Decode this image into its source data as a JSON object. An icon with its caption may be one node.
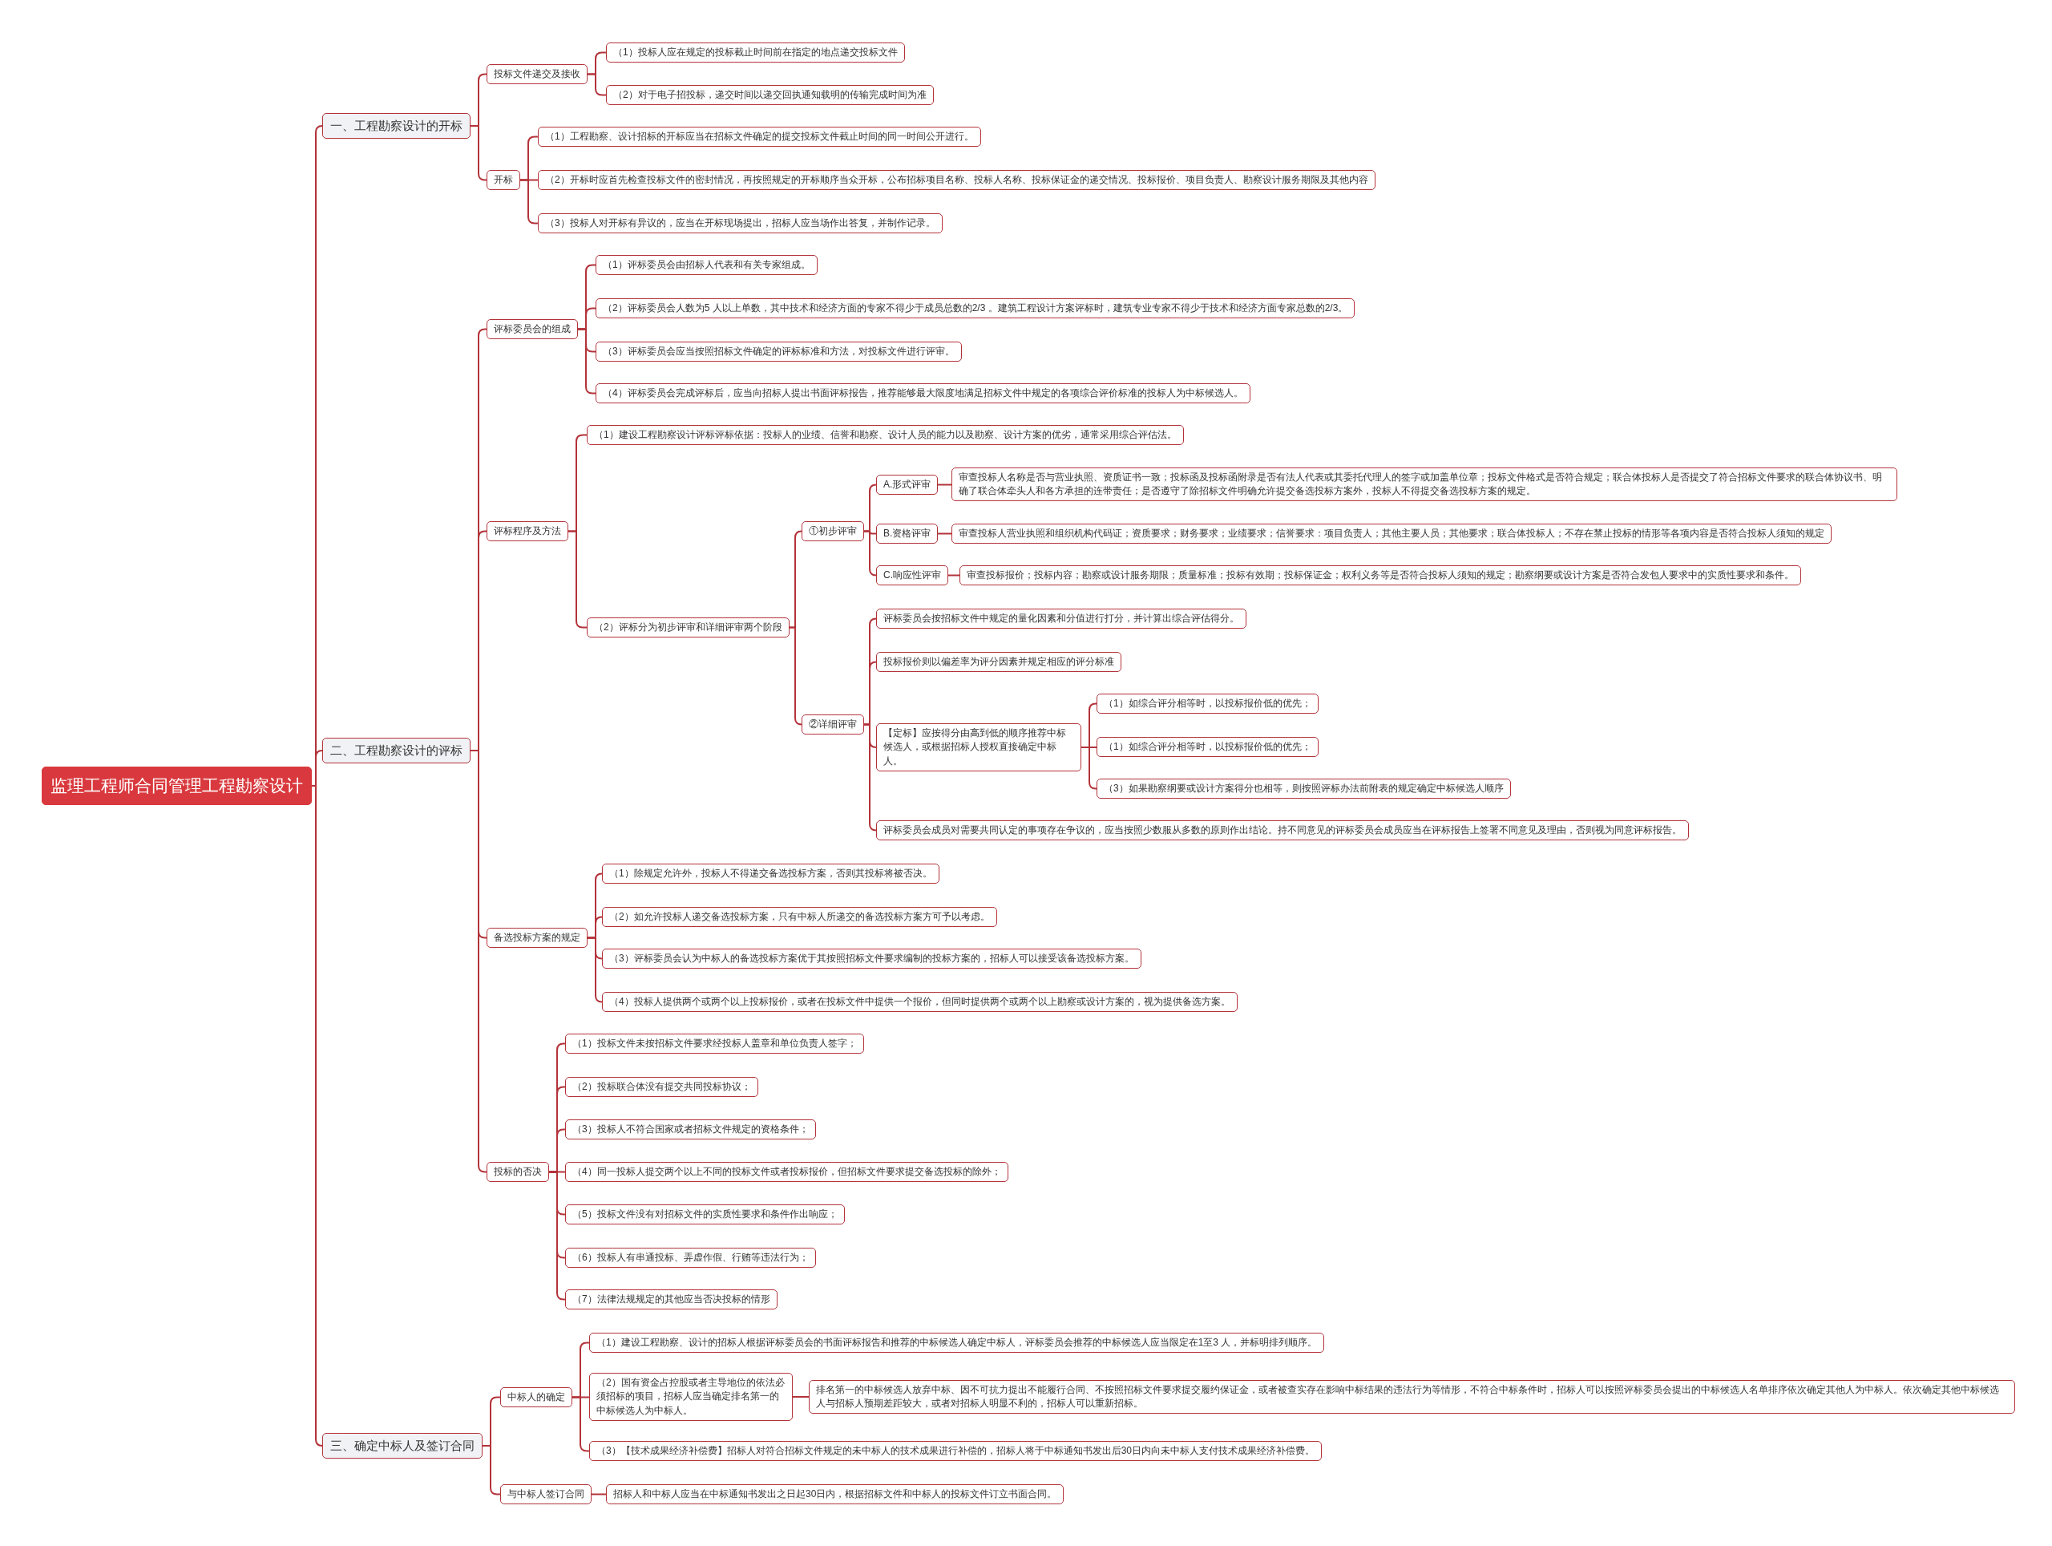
{
  "diagram": {
    "nodes": [
      {
        "text": [
          "监理工程师合同管理工程勘察设计"
        ]
      },
      {
        "text": [
          "一、工程勘察设计的开标"
        ]
      },
      {
        "text": [
          "投标文件递交及接收"
        ]
      },
      {
        "text": [
          "（1）投标人应在规定的投标截止时间前在指定的地点递交投标文件"
        ]
      },
      {
        "text": [
          "（2）对于电子招投标，递交时间以递交回执通知载明的传输完成时间为准"
        ]
      },
      {
        "text": [
          "开标"
        ]
      },
      {
        "text": [
          "（1）工程勘察、设计招标的开标应当在招标文件确定的提交投标文件截止时间的同一时间公开进行。"
        ]
      },
      {
        "text": [
          "（2）开标时应首先检查投标文件的密封情况，再按照规定的开标顺序当众开标，公布招标项目名称、投标人名称、投标保证金的递交情况、投标报价、项目负责人、勘察设计服务期限及其他内容"
        ]
      },
      {
        "text": [
          "（3）投标人对开标有异议的，应当在开标现场提出，招标人应当场作出答复，并制作记录。"
        ]
      },
      {
        "text": [
          "二、工程勘察设计的评标"
        ]
      },
      {
        "text": [
          "评标委员会的组成"
        ]
      },
      {
        "text": [
          "（1）评标委员会由招标人代表和有关专家组成。"
        ]
      },
      {
        "text": [
          "（2）评标委员会人数为5 人以上单数，其中技术和经济方面的专家不得少于成员总数的2/3 。建筑工程设计方案评标时，建筑专业专家不得少于技术和经济方面专家总数的2/3。"
        ]
      },
      {
        "text": [
          "（3）评标委员会应当按照招标文件确定的评标标准和方法，对投标文件进行评审。"
        ]
      },
      {
        "text": [
          "（4）评标委员会完成评标后，应当向招标人提出书面评标报告，推荐能够最大限度地满足招标文件中规定的各项综合评价标准的投标人为中标候选人。"
        ]
      },
      {
        "text": [
          "评标程序及方法"
        ]
      },
      {
        "text": [
          "（1）建设工程勘察设计评标评标依据：投标人的业绩、信誉和勘察、设计人员的能力以及勘察、设计方案的优劣，通常采用综合评估法。"
        ]
      },
      {
        "text": [
          "（2）评标分为初步评审和详细评审两个阶段"
        ]
      },
      {
        "text": [
          "①初步评审"
        ]
      },
      {
        "text": [
          "A.形式评审"
        ]
      },
      {
        "text": [
          "审查投标人名称是否与营业执照、资质证书一致；投标函及投标函附录是否有法人代表或其委托代理人的签字或加盖单位章；投标文件格式是否符合规定；联合体投标人是否提交了符合招标文件要求的联合体协议书、明确了联合体牵头人和各方承担的连带责任；是否遵守了除招标文件明确允许提交备选投标方案外，投标人不得提交备选投标方案的规定。"
        ]
      },
      {
        "text": [
          "B.资格评审"
        ]
      },
      {
        "text": [
          "审查投标人营业执照和组织机构代码证；资质要求；财务要求；业绩要求；信誉要求：项目负责人；其他主要人员；其他要求；联合体投标人；不存在禁止投标的情形等各项内容是否符合投标人须知的规定"
        ]
      },
      {
        "text": [
          "C.响应性评审"
        ]
      },
      {
        "text": [
          "审查投标报价；投标内容；勘察或设计服务期限；质量标准；投标有效期；投标保证金；权利义务等是否符合投标人须知的规定；勘察纲要或设计方案是否符合发包人要求中的实质性要求和条件。"
        ]
      },
      {
        "text": [
          "②详细评审"
        ]
      },
      {
        "text": [
          "评标委员会按招标文件中规定的量化因素和分值进行打分，并计算出综合评估得分。"
        ]
      },
      {
        "text": [
          "投标报价则以偏差率为评分因素并规定相应的评分标准"
        ]
      },
      {
        "text": [
          "【定标】应按得分由高到低的顺序推荐中标候选人，或根据招标人授权直接确定中标人。"
        ]
      },
      {
        "text": [
          "（1）如综合评分相等时，以投标报价低的优先；"
        ]
      },
      {
        "text": [
          "（1）如综合评分相等时，以投标报价低的优先；"
        ]
      },
      {
        "text": [
          "（3）如果勘察纲要或设计方案得分也相等，则按照评标办法前附表的规定确定中标候选人顺序"
        ]
      },
      {
        "text": [
          "评标委员会成员对需要共同认定的事项存在争议的，应当按照少数服从多数的原则作出结论。持不同意见的评标委员会成员应当在评标报告上签署不同意见及理由，否则视为同意评标报告。"
        ]
      },
      {
        "text": [
          "备选投标方案的规定"
        ]
      },
      {
        "text": [
          "（1）除规定允许外，投标人不得递交备选投标方案，否则其投标将被否决。"
        ]
      },
      {
        "text": [
          "（2）如允许投标人递交备选投标方案，只有中标人所递交的备选投标方案方可予以考虑。"
        ]
      },
      {
        "text": [
          "（3）评标委员会认为中标人的备选投标方案优于其按照招标文件要求编制的投标方案的，招标人可以接受该备选投标方案。"
        ]
      },
      {
        "text": [
          "（4）投标人提供两个或两个以上投标报价，或者在投标文件中提供一个报价，但同时提供两个或两个以上勘察或设计方案的，视为提供备选方案。"
        ]
      },
      {
        "text": [
          "投标的否决"
        ]
      },
      {
        "text": [
          "（1）投标文件未按招标文件要求经投标人盖章和单位负责人签字；"
        ]
      },
      {
        "text": [
          "（2）投标联合体没有提交共同投标协议；"
        ]
      },
      {
        "text": [
          "（3）投标人不符合国家或者招标文件规定的资格条件；"
        ]
      },
      {
        "text": [
          "（4）同一投标人提交两个以上不同的投标文件或者投标报价，但招标文件要求提交备选投标的除外；"
        ]
      },
      {
        "text": [
          "（5）投标文件没有对招标文件的实质性要求和条件作出响应；"
        ]
      },
      {
        "text": [
          "（6）投标人有串通投标、弄虚作假、行贿等违法行为；"
        ]
      },
      {
        "text": [
          "（7）法律法规规定的其他应当否决投标的情形"
        ]
      },
      {
        "text": [
          "三、确定中标人及签订合同"
        ]
      },
      {
        "text": [
          "中标人的确定"
        ]
      },
      {
        "text": [
          "（1）建设工程勘察、设计的招标人根据评标委员会的书面评标报告和推荐的中标候选人确定中标人，评标委员会推荐的中标候选人应当限定在1至3 人，并标明排列顺序。"
        ]
      },
      {
        "text": [
          "（2）国有资金占控股或者主导地位的依法必须招标的项目，招标人应当确定排名第一的中标候选人为中标人。"
        ]
      },
      {
        "text": [
          "排名第一的中标候选人放弃中标、因不可抗力提出不能履行合同、不按照招标文件要求提交履约保证金，或者被查实存在影响中标结果的违法行为等情形，不符合中标条件时，招标人可以按照评标委员会提出的中标候选人名单排序依次确定其他人为中标人。依次确定其他中标候选人与招标人预期差距较大，或者对招标人明显不利的，招标人可以重新招标。"
        ]
      },
      {
        "text": [
          "（3）【技术成果经济补偿费】招标人对符合招标文件规定的未中标人的技术成果进行补偿的，招标人将于中标通知书发出后30日内向未中标人支付技术成果经济补偿费。"
        ]
      },
      {
        "text": [
          "与中标人签订合同"
        ]
      },
      {
        "text": [
          "招标人和中标人应当在中标通知书发出之日起30日内，根据招标文件和中标人的投标文件订立书面合同。"
        ]
      }
    ],
    "edges": [
      {
        "from": 0,
        "to": 1,
        "arrow": "none"
      },
      {
        "from": 0,
        "to": 9,
        "arrow": "none"
      },
      {
        "from": 0,
        "to": 46,
        "arrow": "none"
      },
      {
        "from": 1,
        "to": 2,
        "arrow": "none"
      },
      {
        "from": 1,
        "to": 5,
        "arrow": "none"
      },
      {
        "from": 2,
        "to": 3,
        "arrow": "none"
      },
      {
        "from": 2,
        "to": 4,
        "arrow": "none"
      },
      {
        "from": 5,
        "to": 6,
        "arrow": "none"
      },
      {
        "from": 5,
        "to": 7,
        "arrow": "none"
      },
      {
        "from": 5,
        "to": 8,
        "arrow": "none"
      },
      {
        "from": 9,
        "to": 10,
        "arrow": "none"
      },
      {
        "from": 9,
        "to": 15,
        "arrow": "none"
      },
      {
        "from": 9,
        "to": 33,
        "arrow": "none"
      },
      {
        "from": 9,
        "to": 38,
        "arrow": "none"
      },
      {
        "from": 10,
        "to": 11,
        "arrow": "none"
      },
      {
        "from": 10,
        "to": 12,
        "arrow": "none"
      },
      {
        "from": 10,
        "to": 13,
        "arrow": "none"
      },
      {
        "from": 10,
        "to": 14,
        "arrow": "none"
      },
      {
        "from": 15,
        "to": 16,
        "arrow": "none"
      },
      {
        "from": 15,
        "to": 17,
        "arrow": "none"
      },
      {
        "from": 17,
        "to": 18,
        "arrow": "none"
      },
      {
        "from": 17,
        "to": 25,
        "arrow": "none"
      },
      {
        "from": 18,
        "to": 19,
        "arrow": "none"
      },
      {
        "from": 18,
        "to": 21,
        "arrow": "none"
      },
      {
        "from": 18,
        "to": 23,
        "arrow": "none"
      },
      {
        "from": 19,
        "to": 20,
        "arrow": "none"
      },
      {
        "from": 21,
        "to": 22,
        "arrow": "none"
      },
      {
        "from": 23,
        "to": 24,
        "arrow": "none"
      },
      {
        "from": 25,
        "to": 26,
        "arrow": "none"
      },
      {
        "from": 25,
        "to": 27,
        "arrow": "none"
      },
      {
        "from": 25,
        "to": 28,
        "arrow": "none"
      },
      {
        "from": 25,
        "to": 32,
        "arrow": "none"
      },
      {
        "from": 28,
        "to": 29,
        "arrow": "none"
      },
      {
        "from": 28,
        "to": 30,
        "arrow": "none"
      },
      {
        "from": 28,
        "to": 31,
        "arrow": "none"
      },
      {
        "from": 33,
        "to": 34,
        "arrow": "none"
      },
      {
        "from": 33,
        "to": 35,
        "arrow": "none"
      },
      {
        "from": 33,
        "to": 36,
        "arrow": "none"
      },
      {
        "from": 33,
        "to": 37,
        "arrow": "none"
      },
      {
        "from": 38,
        "to": 39,
        "arrow": "none"
      },
      {
        "from": 38,
        "to": 40,
        "arrow": "none"
      },
      {
        "from": 38,
        "to": 41,
        "arrow": "none"
      },
      {
        "from": 38,
        "to": 42,
        "arrow": "none"
      },
      {
        "from": 38,
        "to": 43,
        "arrow": "none"
      },
      {
        "from": 38,
        "to": 44,
        "arrow": "none"
      },
      {
        "from": 38,
        "to": 45,
        "arrow": "none"
      },
      {
        "from": 46,
        "to": 47,
        "arrow": "none"
      },
      {
        "from": 46,
        "to": 52,
        "arrow": "none"
      },
      {
        "from": 47,
        "to": 48,
        "arrow": "none"
      },
      {
        "from": 47,
        "to": 49,
        "arrow": "none"
      },
      {
        "from": 47,
        "to": 51,
        "arrow": "none"
      },
      {
        "from": 49,
        "to": 50,
        "arrow": "none"
      },
      {
        "from": 52,
        "to": 53,
        "arrow": "none"
      }
    ]
  }
}
